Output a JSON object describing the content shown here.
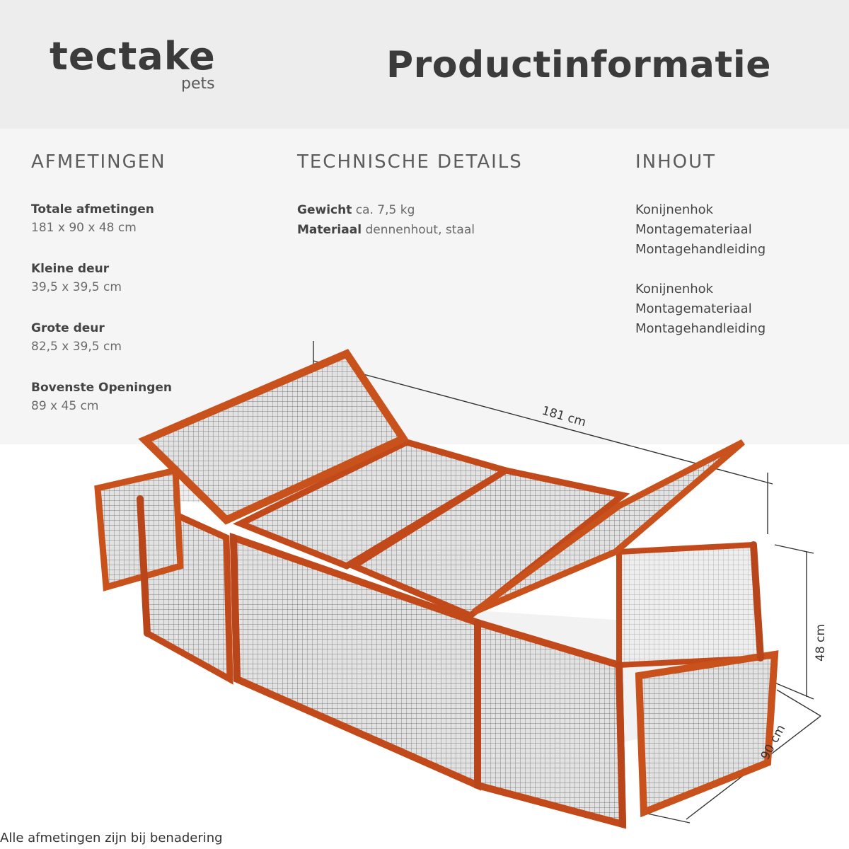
{
  "brand": {
    "name": "tectake",
    "sub": "pets"
  },
  "title": "Productinformatie",
  "columns": {
    "afmetingen": "AFMETINGEN",
    "technische": "TECHNISCHE DETAILS",
    "inhoud": "INHOUT"
  },
  "dimensions": [
    {
      "label": "Totale afmetingen",
      "value": "181 x 90 x 48 cm"
    },
    {
      "label": "Kleine deur",
      "value": "39,5 x 39,5 cm"
    },
    {
      "label": "Grote deur",
      "value": "82,5 x 39,5 cm"
    },
    {
      "label": "Bovenste Openingen",
      "value": "89 x 45 cm"
    }
  ],
  "technical": [
    {
      "label": "Gewicht",
      "value": "ca. 7,5 kg"
    },
    {
      "label": "Materiaal",
      "value": "dennenhout, staal"
    }
  ],
  "contents_1": [
    "Konijnenhok",
    "Montagemateriaal",
    "Montagehandleiding"
  ],
  "contents_2": [
    "Konijnenhok",
    "Montagemateriaal",
    "Montagehandleiding"
  ],
  "diagram": {
    "length_label": "181 cm",
    "height_label": "48 cm",
    "depth_label": "90 cm"
  },
  "footnote": "Alle afmetingen zijn bij benadering",
  "colors": {
    "wood": "#d2541e",
    "wood_dark": "#a53d12",
    "mesh": "#8b8b8b",
    "header_bg": "#ededed"
  }
}
